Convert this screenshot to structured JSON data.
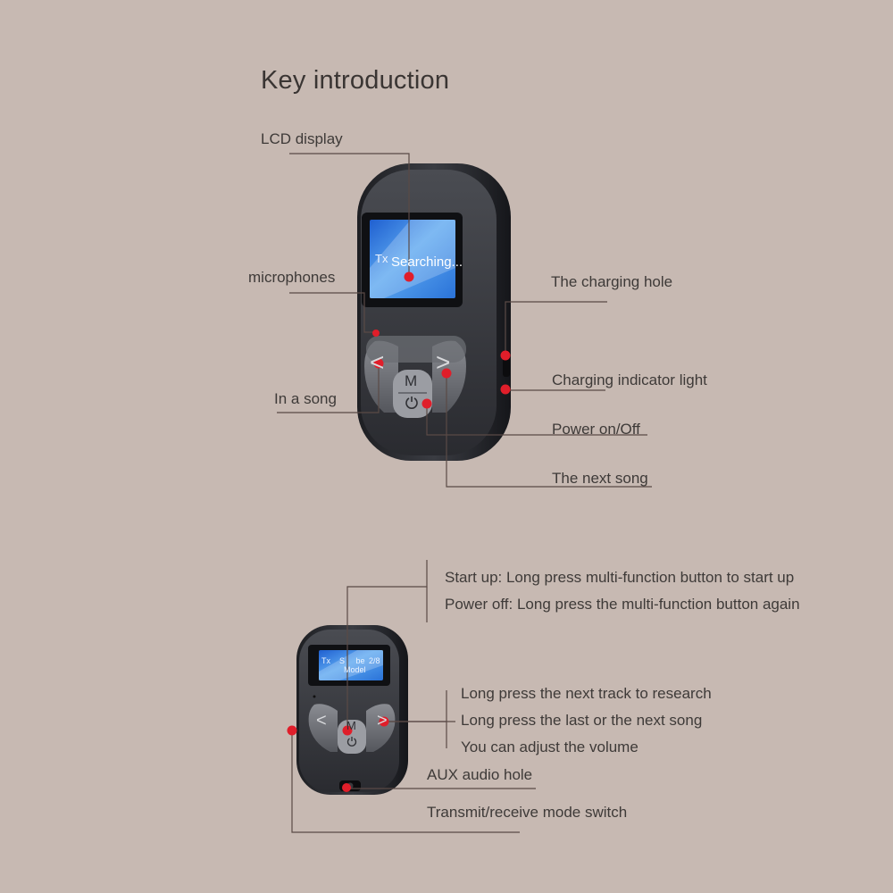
{
  "title": "Key introduction",
  "colors": {
    "background": "#c7b9b2",
    "device_body": "#2a2b2f",
    "screen": "#2f6fd8",
    "callout_line": "#5a4a46",
    "callout_dot": "#e01e2a"
  },
  "top_device": {
    "screen_text": {
      "mode": "Tx",
      "status": "Searching..."
    },
    "buttons": {
      "prev": "<",
      "next": ">",
      "mode": "M",
      "power_icon": "power-icon"
    }
  },
  "top_labels": {
    "lcd": "LCD display",
    "microphones": "microphones",
    "in_a_song": "In a song",
    "charging_hole": "The charging hole",
    "charging_light": "Charging indicator light",
    "power": "Power on/Off",
    "next_song": "The next song"
  },
  "bottom_device": {
    "screen_text": {
      "mode": "Tx",
      "line1": "S     be",
      "track": "2/8",
      "line2": "Model"
    },
    "buttons": {
      "prev": "<",
      "next": ">",
      "mode": "M"
    }
  },
  "bottom_labels": {
    "startup": "Start up: Long press multi-function button to start up",
    "poweroff": "Power off: Long press the multi-function button again",
    "next_track": "Long press the next track to research",
    "last_next": "Long press the last or the next song",
    "volume": "You can adjust the volume",
    "aux": "AUX audio hole",
    "mode_switch": "Transmit/receive mode switch"
  }
}
